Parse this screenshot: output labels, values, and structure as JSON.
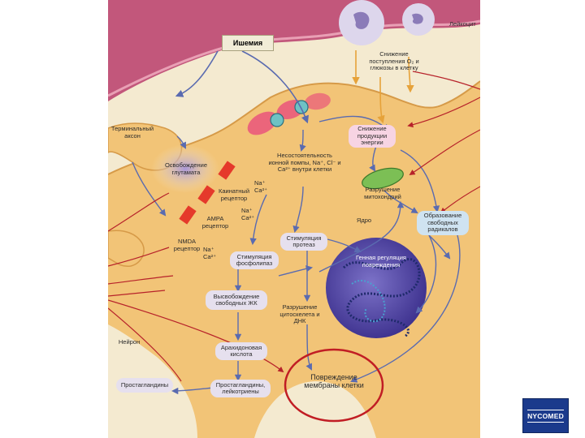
{
  "labels": {
    "ischemia": "Ишемия",
    "leukocyte": "Лейкоцит",
    "reduced_supply": "Снижение поступления О₂ и глюкозы в клетку",
    "terminal_axon": "Терминальный аксон",
    "reduced_energy": "Снижение продукции энергии",
    "ion_pump_failure": "Несостоятельность ионной помпы, Na⁺, Cl⁻ и Ca²⁺ внутри клетки",
    "glutamate_release": "Освобождение глутамата",
    "na_ca_1": "Na⁺ Ca²⁺",
    "kainate_receptor": "Каинатный рецептор",
    "mito_destruction": "Разрушение митохондрий",
    "na_ca_2": "Na⁺ Ca²⁺",
    "ampa_receptor": "AMPA рецептор",
    "nucleus": "Ядро",
    "free_radicals": "Образование свободных радикалов",
    "nmda_receptor": "NMDA рецептор",
    "na_ca_3": "Na⁺ Ca²⁺",
    "protease_stim": "Стимуляция протеаз",
    "phospholipase_stim": "Стимуляция фосфолипаз",
    "gene_regulation": "Генная регуляция повреждения",
    "free_fatty_acids": "Высвобождение свободных ЖК",
    "cytoskeleton_dna": "Разрушение цитоскелета и ДНК",
    "neuron": "Нейрон",
    "arachidonic": "Арахидоновая кислота",
    "prostaglandins": "Простагландины",
    "prostaglandins_leuko": "Простагландины, лейкотриены",
    "membrane_damage": "Повреждение мембраны клетки",
    "logo": "NYCOMED"
  },
  "colors": {
    "cell_body": "#f2c477",
    "vessel": "#c2577b",
    "background": "#f4ead0",
    "receptor": "#e5392b",
    "arrow_blue": "#5a6bb0",
    "arrow_orange": "#e6a23a",
    "arrow_red": "#b7222a",
    "highlight_circle": "#c11d24",
    "logo_bg": "#1b3a8c"
  }
}
